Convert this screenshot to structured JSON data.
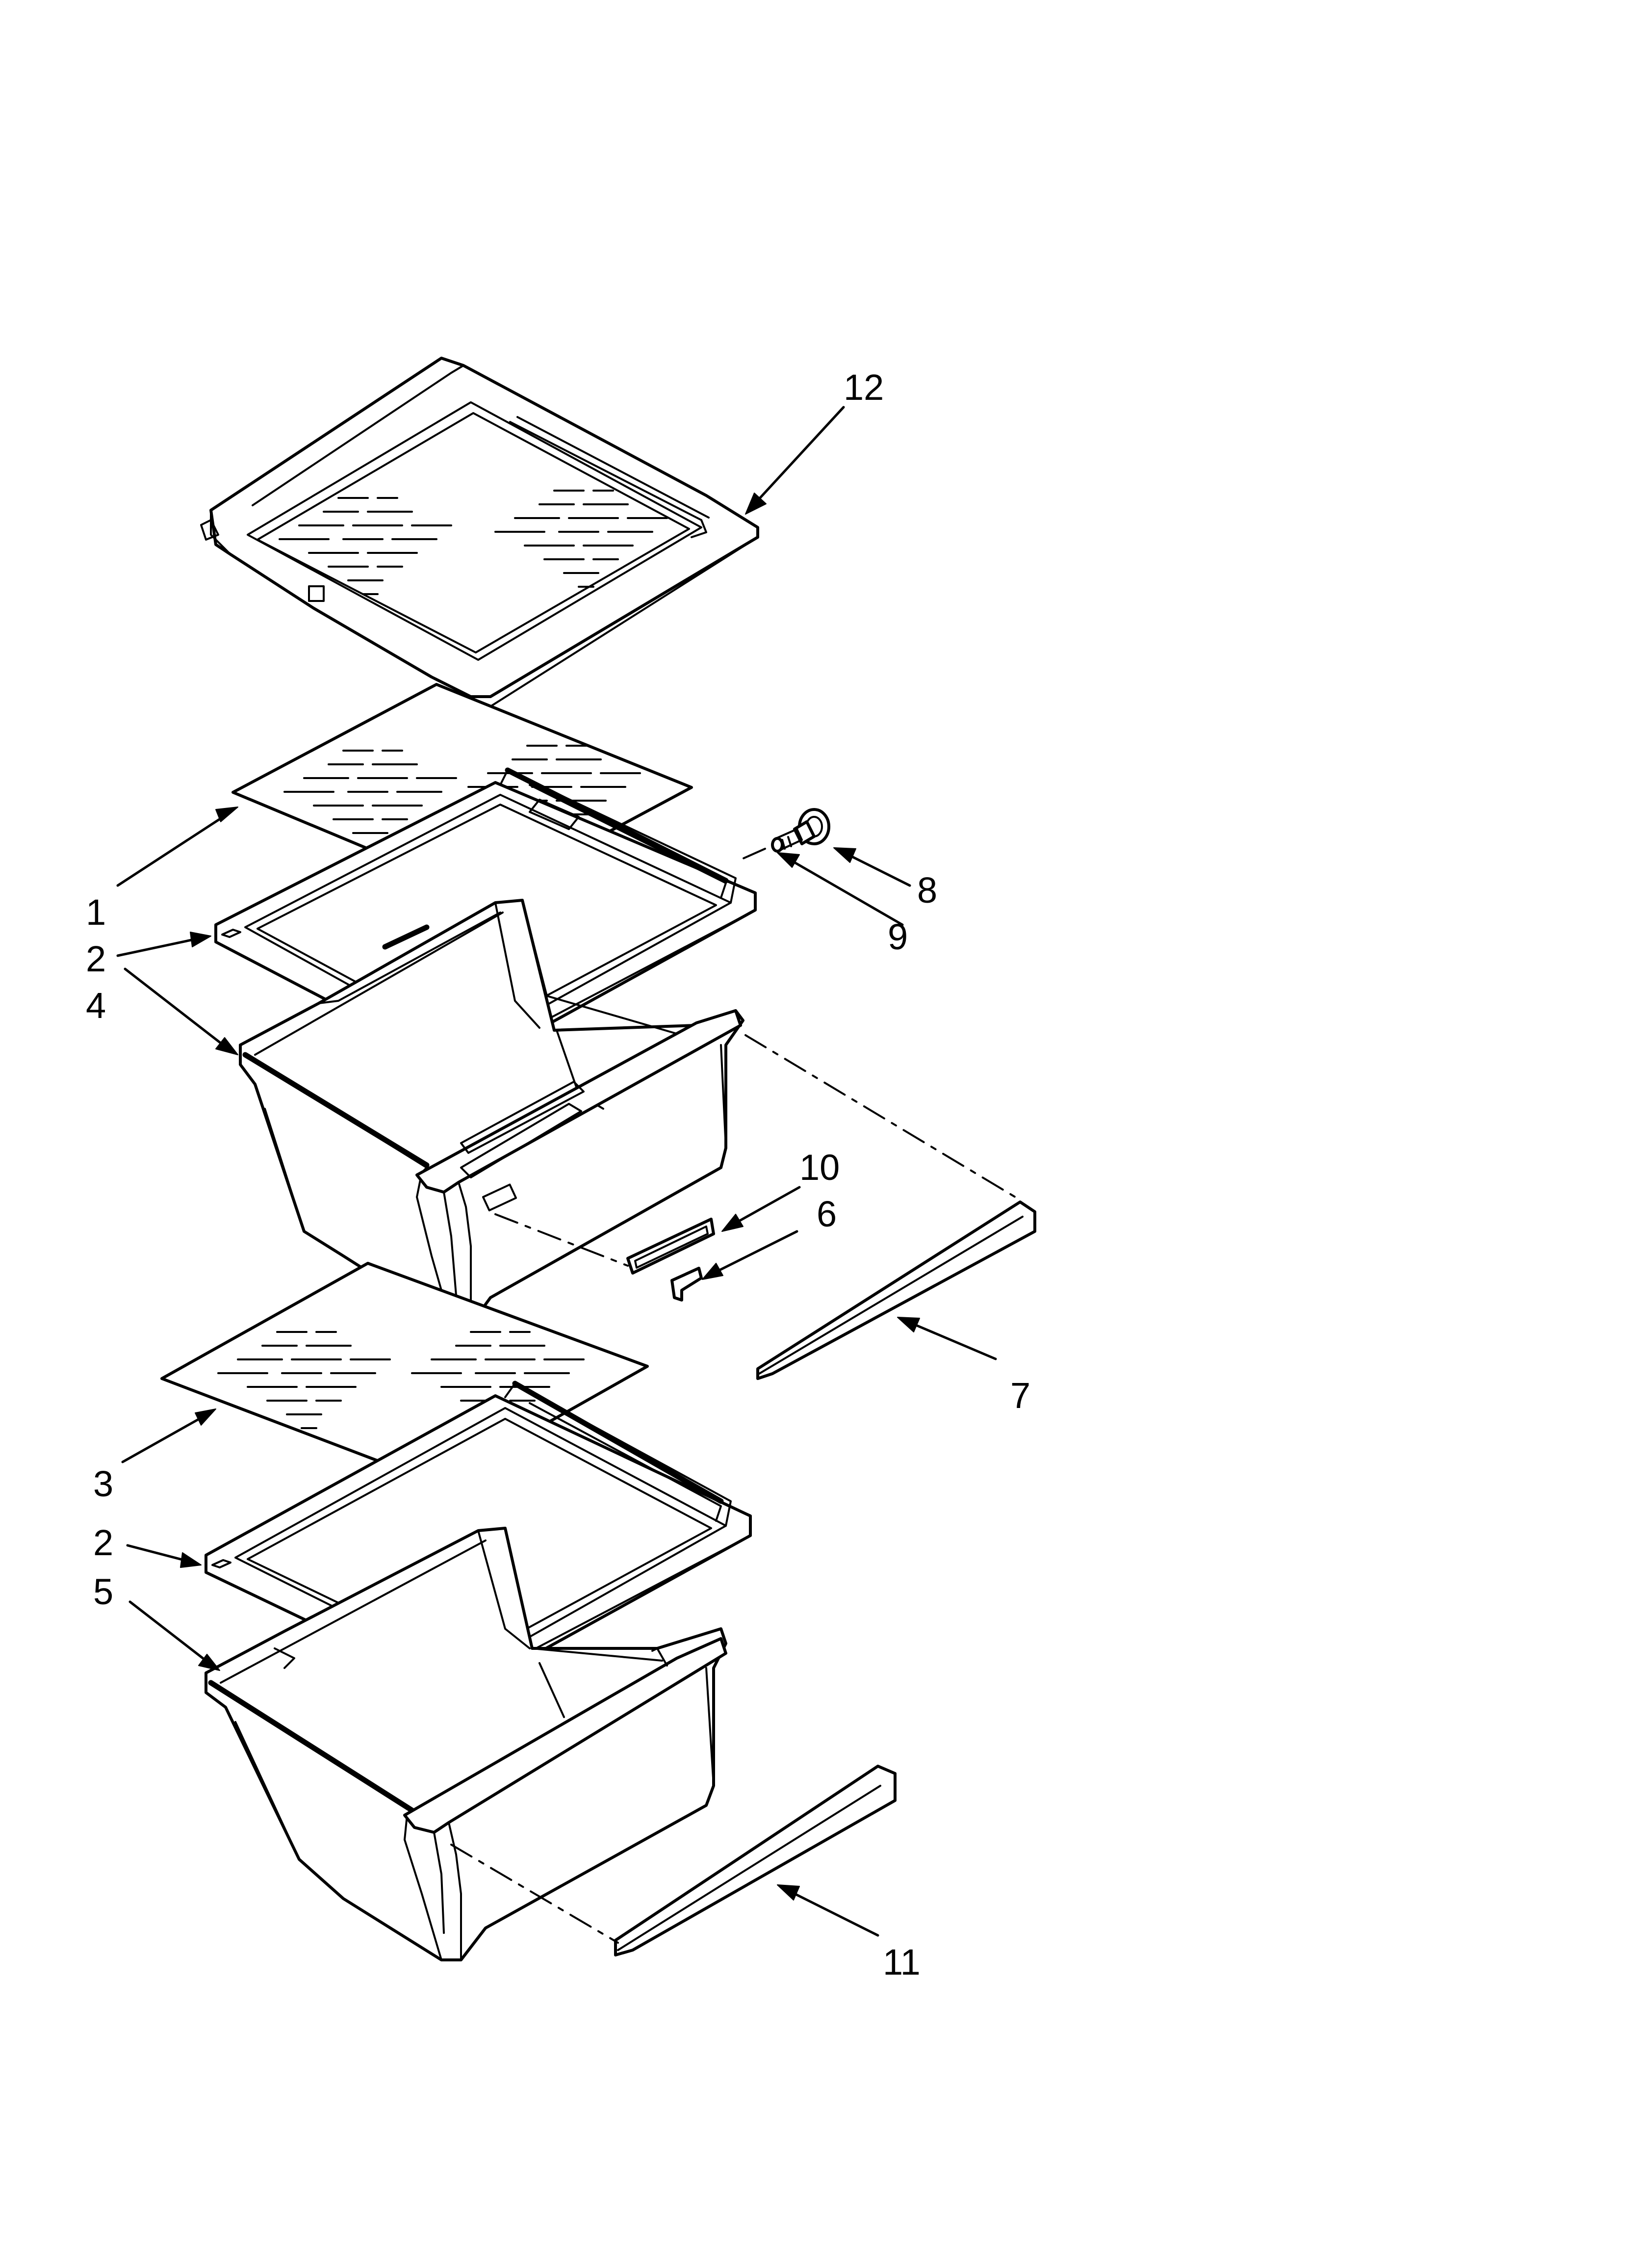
{
  "callouts": {
    "c1": "1",
    "c2a": "2",
    "c2b": "2",
    "c3": "3",
    "c4": "4",
    "c5": "5",
    "c6": "6",
    "c7": "7",
    "c8": "8",
    "c9": "9",
    "c10": "10",
    "c11": "11",
    "c12": "12"
  }
}
